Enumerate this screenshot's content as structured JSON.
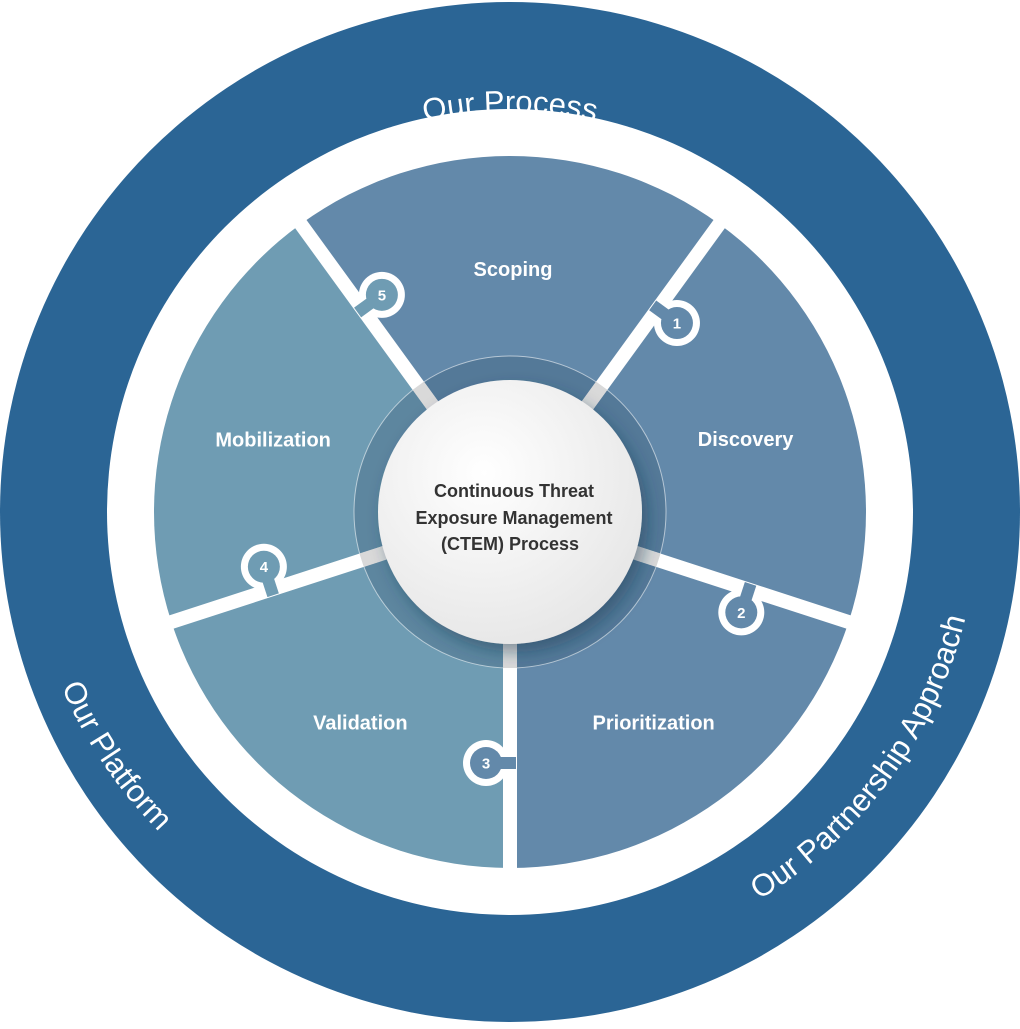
{
  "title": "Continuous Threat Exposure Management (CTEM) Process",
  "colors": {
    "outer_ring": "#2b6595",
    "segment_dark": "#6389aa",
    "segment_light": "#6f9cb3",
    "center_disk": "#f4f4f4",
    "center_text": "#333333",
    "divider": "#ffffff"
  },
  "ring_labels": {
    "top": "Our Process",
    "left": "Our Platform",
    "right": "Our Partnership Approach"
  },
  "center": {
    "lines": [
      "Continuous Threat",
      "Exposure Management",
      "(CTEM) Process"
    ]
  },
  "segments": [
    {
      "label": "Scoping",
      "tone": "dark"
    },
    {
      "label": "Discovery",
      "tone": "dark"
    },
    {
      "label": "Prioritization",
      "tone": "dark"
    },
    {
      "label": "Validation",
      "tone": "light"
    },
    {
      "label": "Mobilization",
      "tone": "light"
    }
  ],
  "steps": [
    "1",
    "2",
    "3",
    "4",
    "5"
  ]
}
